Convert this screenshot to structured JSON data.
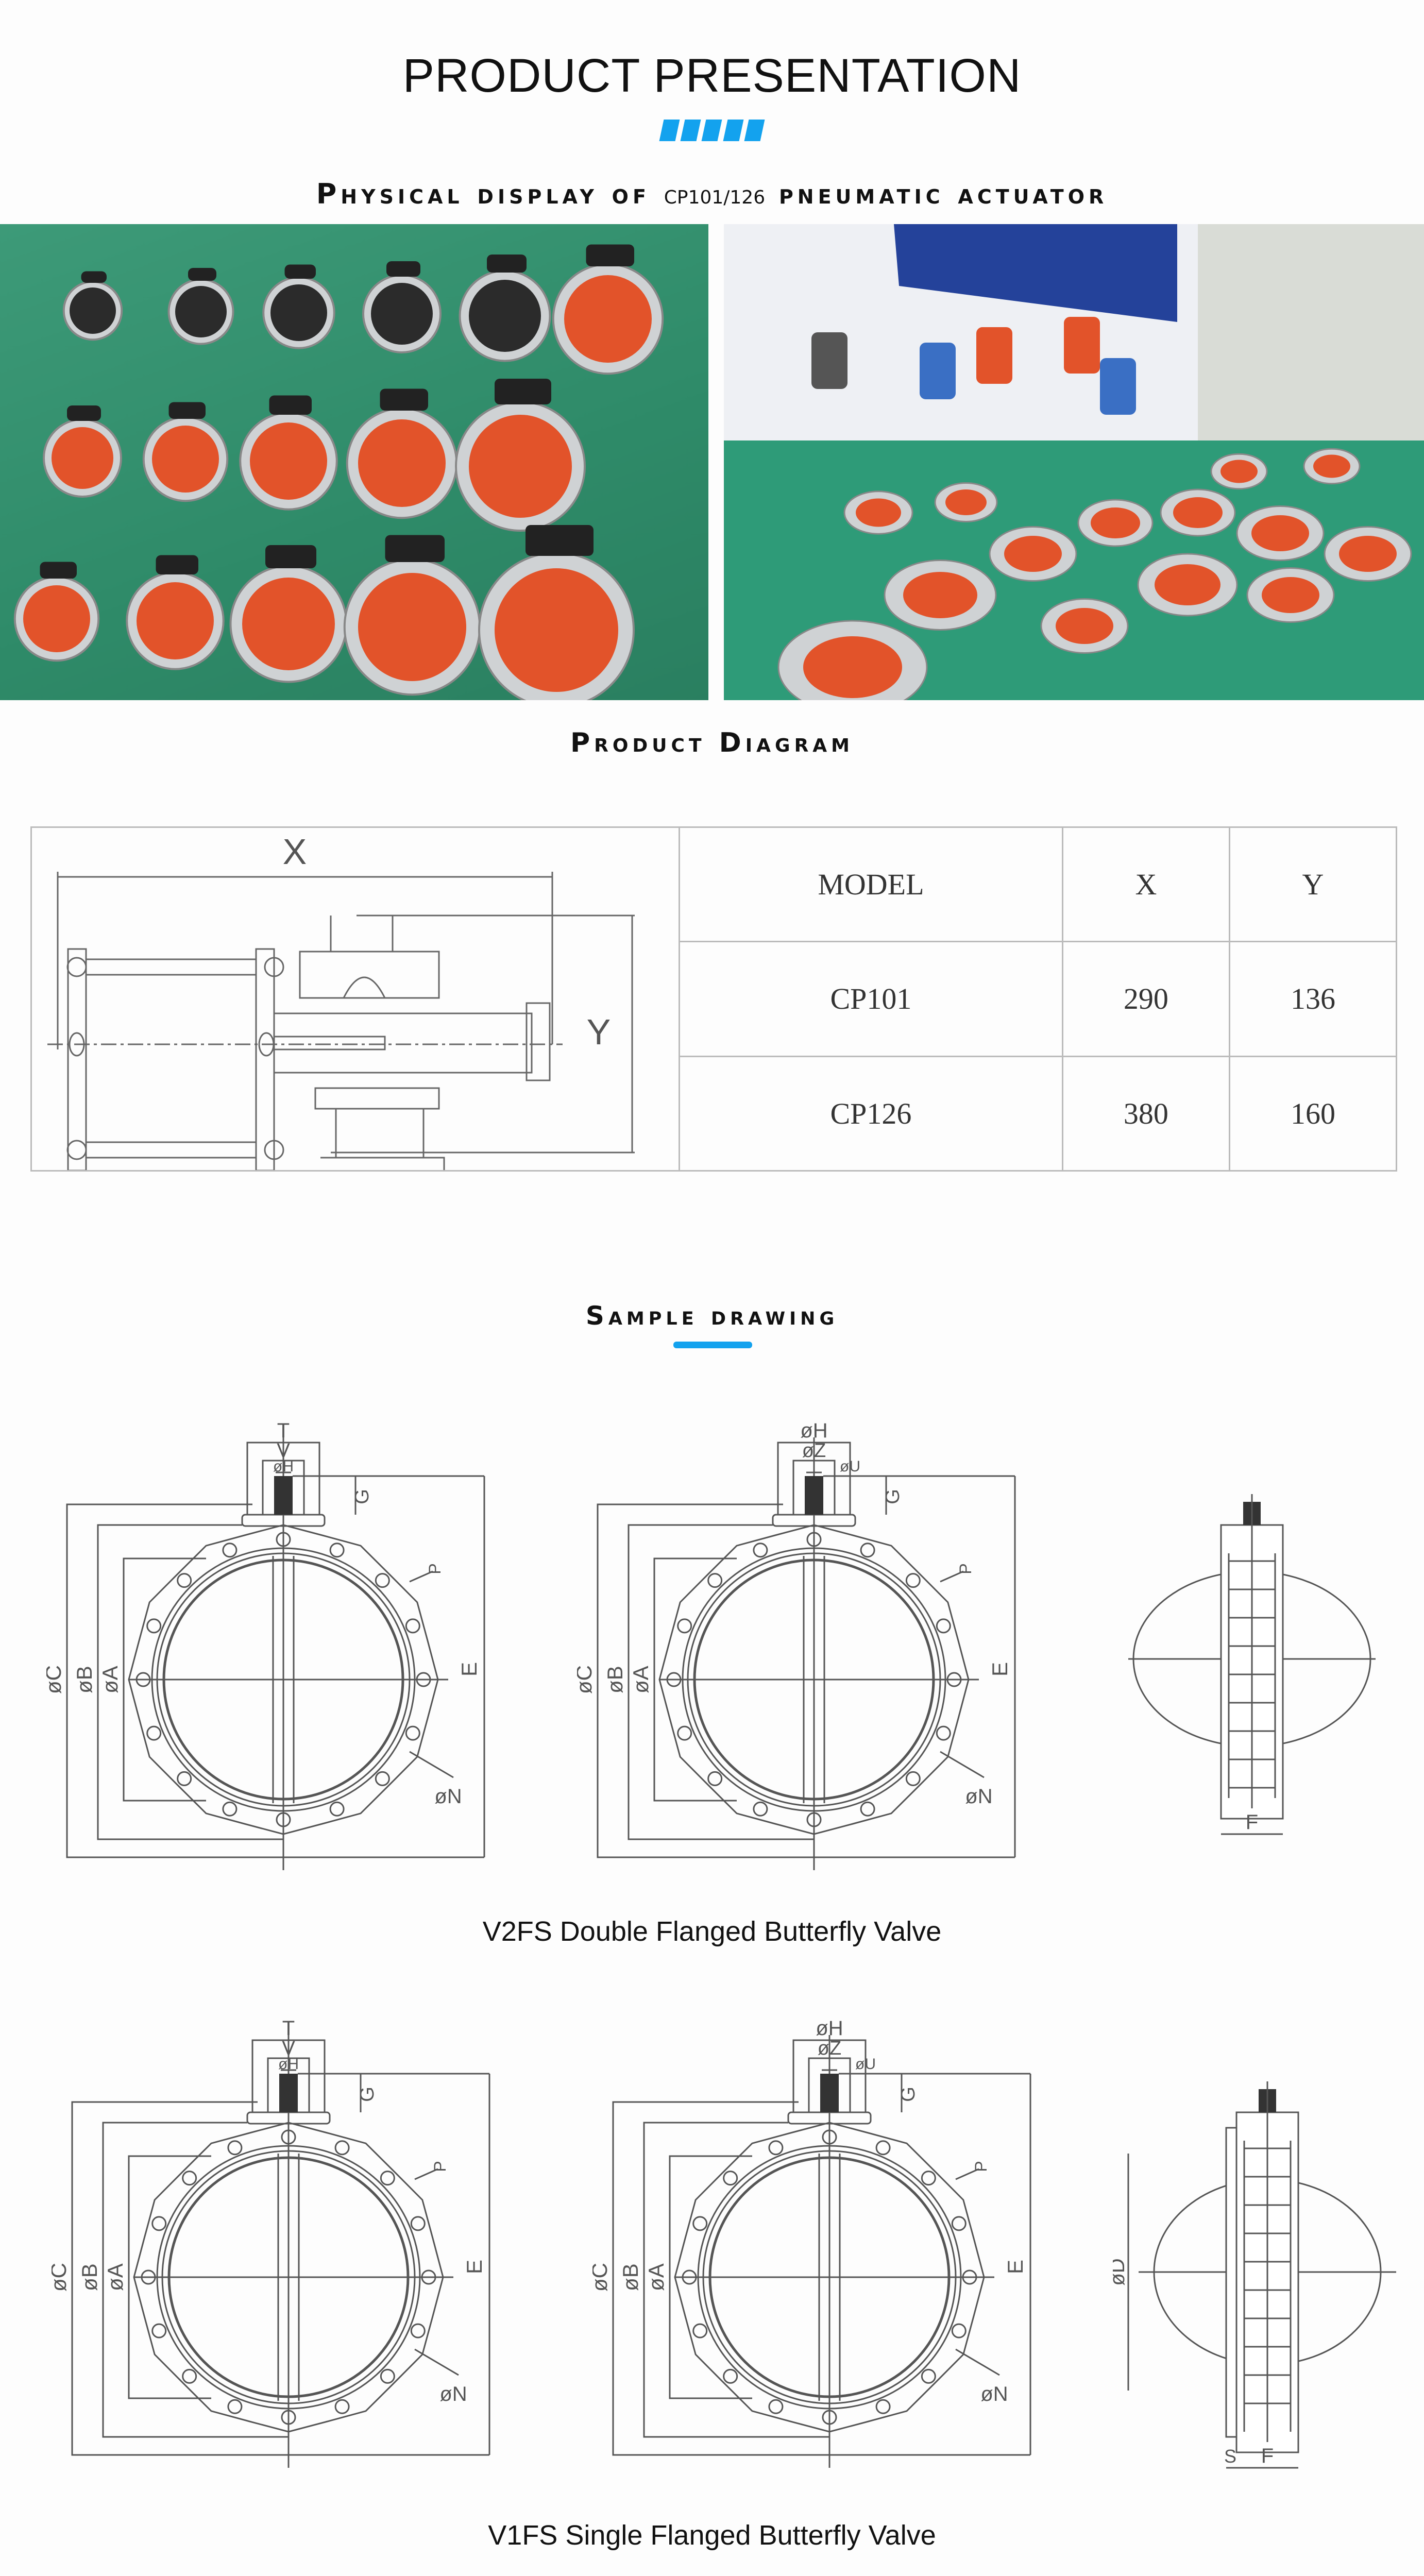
{
  "header": {
    "title": "PRODUCT PRESENTATION",
    "accent_color": "#13a2ee"
  },
  "physical_display": {
    "title_prefix": "Physical display of",
    "title_model": "CP101/126",
    "title_suffix": "pneumatic actuator",
    "photos": [
      {
        "name": "actuator-valves-on-green-floor"
      },
      {
        "name": "actuator-valves-in-factory"
      }
    ]
  },
  "product_diagram": {
    "title": "Product  Diagram",
    "dimension_labels": {
      "x": "X",
      "y": "Y"
    },
    "table": {
      "headers": [
        "MODEL",
        "X",
        "Y"
      ],
      "rows": [
        [
          "CP101",
          "290",
          "136"
        ],
        [
          "CP126",
          "380",
          "160"
        ]
      ]
    }
  },
  "sample_drawing": {
    "title": "Sample drawing",
    "valves": [
      {
        "caption": "V2FS Double Flanged Butterfly Valve",
        "front_a_labels": {
          "top": "T",
          "mid": "V",
          "inner": "øH",
          "g": "G",
          "c": "øC",
          "b": "øB",
          "a": "øA",
          "e": "E",
          "p": "P",
          "n": "øN"
        },
        "front_b_labels": {
          "top": "øH",
          "mid": "øZ",
          "inner": "øU",
          "g": "G",
          "c": "øC",
          "b": "øB",
          "a": "øA",
          "e": "E",
          "p": "P",
          "n": "øN"
        },
        "side_labels": {
          "f": "F"
        }
      },
      {
        "caption": "V1FS Single Flanged Butterfly Valve",
        "front_a_labels": {
          "top": "T",
          "mid": "V",
          "inner": "øH",
          "g": "G",
          "c": "øC",
          "b": "øB",
          "a": "øA",
          "e": "E",
          "p": "P",
          "n": "øN"
        },
        "front_b_labels": {
          "top": "øH",
          "mid": "øZ",
          "inner": "øU",
          "g": "G",
          "c": "øC",
          "b": "øB",
          "a": "øA",
          "e": "E",
          "p": "P",
          "n": "øN"
        },
        "side_labels": {
          "f": "F",
          "s": "S",
          "d": "øD"
        }
      }
    ]
  }
}
